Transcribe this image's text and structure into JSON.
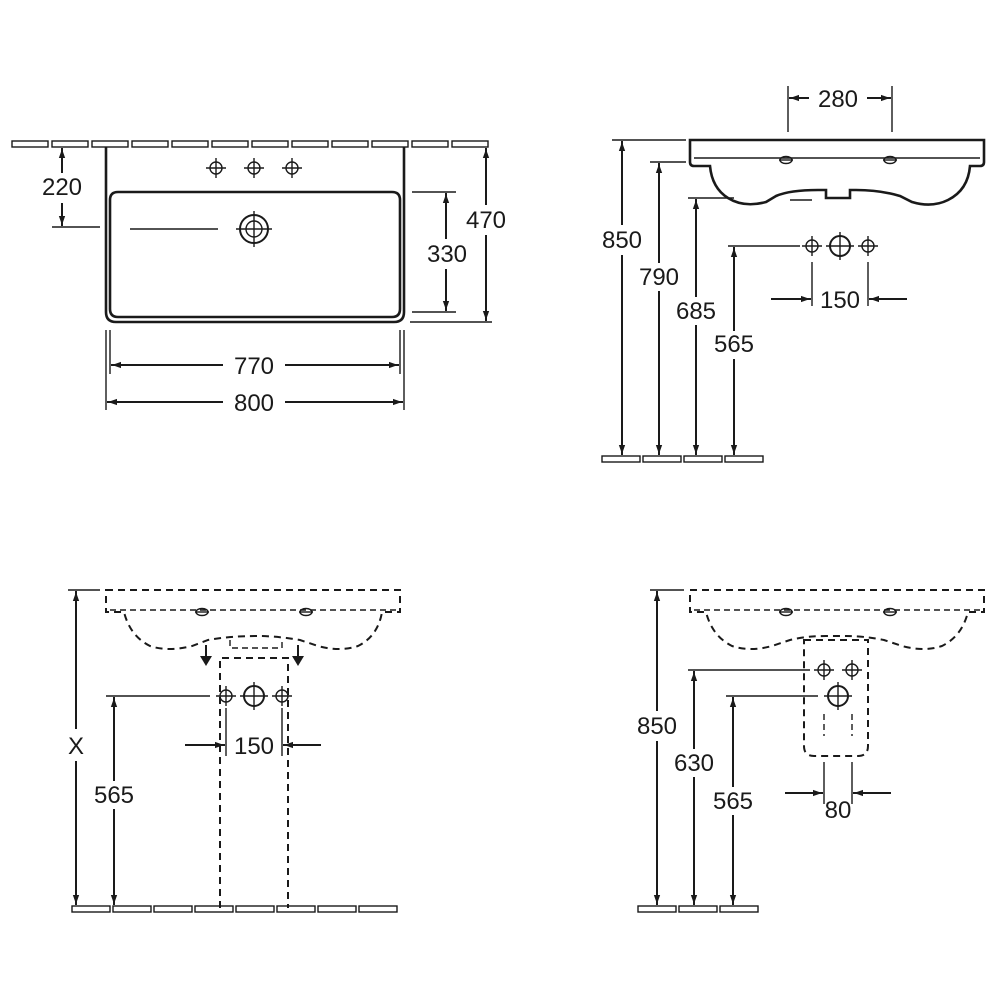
{
  "top_view": {
    "dim_220": "220",
    "dim_470": "470",
    "dim_330": "330",
    "dim_770": "770",
    "dim_800": "800"
  },
  "side_view": {
    "dim_280": "280",
    "dim_850": "850",
    "dim_790": "790",
    "dim_685": "685",
    "dim_565": "565",
    "dim_150": "150"
  },
  "pedestal_view": {
    "dim_x": "X",
    "dim_565": "565",
    "dim_150": "150"
  },
  "semipedestal_view": {
    "dim_850": "850",
    "dim_630": "630",
    "dim_565": "565",
    "dim_80": "80"
  }
}
